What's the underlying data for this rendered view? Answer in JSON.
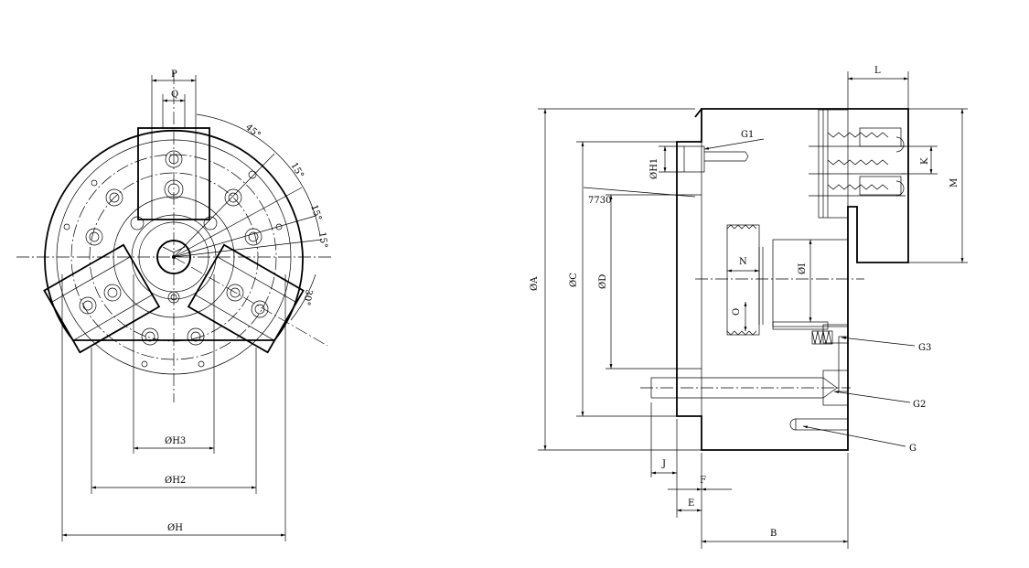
{
  "front_view": {
    "dims": {
      "P": "P",
      "Q": "Q",
      "H3": "ØH3",
      "H2": "ØH2",
      "H": "ØH"
    },
    "angles": {
      "a45": "45°",
      "a15a": "15°",
      "a15b": "15°",
      "a15c": "15°",
      "a30": "30°"
    }
  },
  "side_view": {
    "dims": {
      "A": "ØA",
      "C": "ØC",
      "D": "ØD",
      "H1": "ØH1",
      "I": "ØI",
      "L": "L",
      "K": "K",
      "M": "M",
      "N": "N",
      "O": "O",
      "J": "J",
      "F": "F",
      "E": "E",
      "B": "B",
      "tol": "7730"
    },
    "callouts": {
      "G1": "G1",
      "G2": "G2",
      "G3": "G3",
      "G": "G"
    }
  }
}
